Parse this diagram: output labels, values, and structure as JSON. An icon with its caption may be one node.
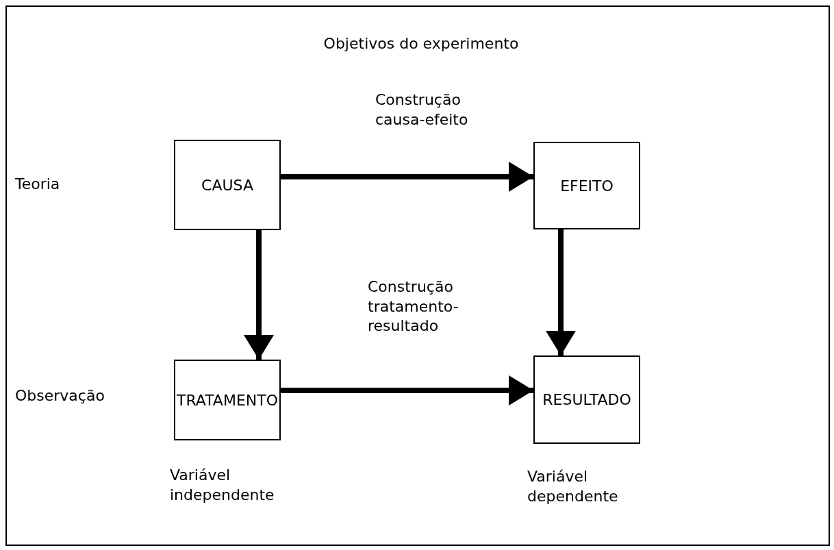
{
  "diagram": {
    "title": "Objetivos do experimento",
    "nodes": [
      {
        "text": [
          "CAUSA"
        ]
      },
      {
        "text": [
          "EFEITO"
        ]
      },
      {
        "text": [
          "TRATAMENTO"
        ],
        "beside": [
          "Variável independente"
        ]
      },
      {
        "text": [
          "RESULTADO"
        ],
        "beside": [
          "Variável dependente"
        ]
      }
    ],
    "edges": [
      {
        "from": 0,
        "to": 1,
        "arrow": "to",
        "label": "Construção causa-efeito"
      },
      {
        "from": 0,
        "to": 2,
        "arrow": "to"
      },
      {
        "from": 1,
        "to": 3,
        "arrow": "to"
      },
      {
        "from": 2,
        "to": 3,
        "arrow": "to",
        "label": "Construção tratamento-resultado"
      }
    ],
    "labels": [
      "Teoria",
      "Observação"
    ]
  }
}
